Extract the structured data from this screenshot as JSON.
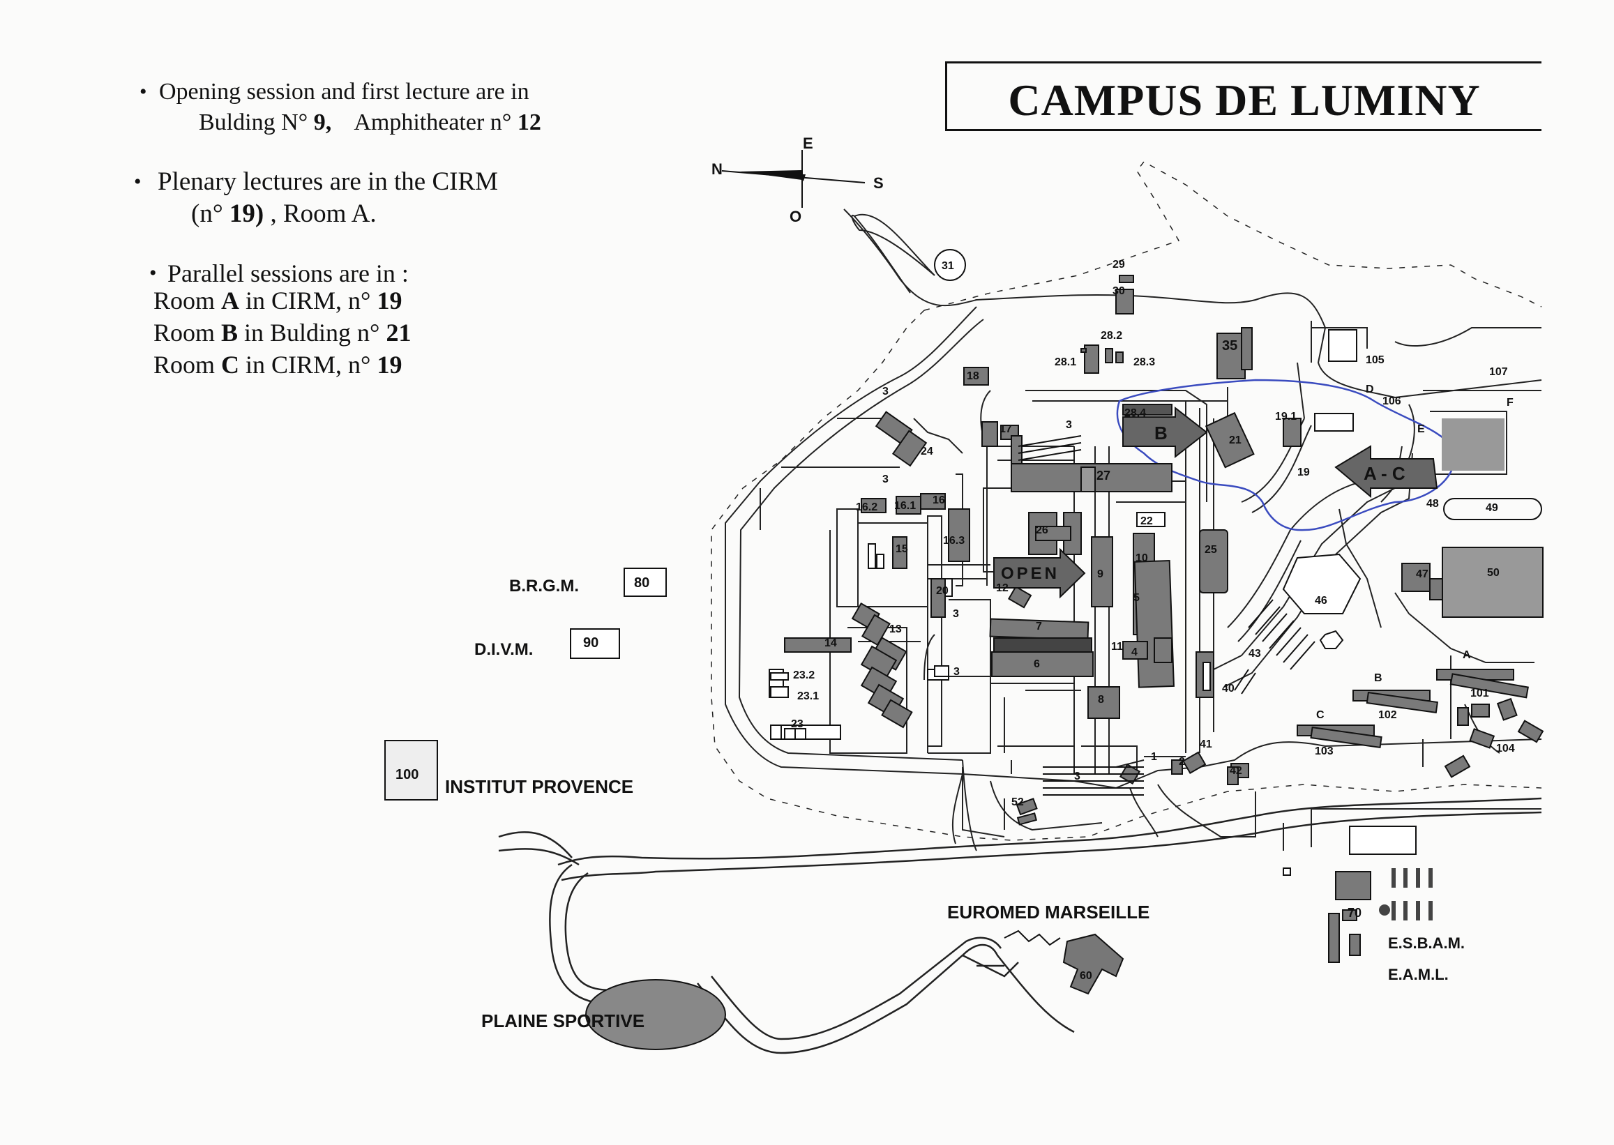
{
  "title": "CAMPUS DE LUMINY",
  "notes": {
    "opening": {
      "line1": "Opening session and first lecture are in",
      "line2a": "Bulding N° ",
      "line2b": "9,",
      "line2c": "    Amphitheater n° ",
      "line2d": "12"
    },
    "plenary": {
      "line1": "Plenary lectures are in  the CIRM",
      "line2a": "(n° ",
      "line2b": "19)",
      "line2c": " , Room A."
    },
    "parallel": {
      "line1": "Parallel sessions are in :"
    },
    "rooms": [
      {
        "pre": "Room ",
        "room": "A",
        "mid": " in CIRM, n° ",
        "num": "19"
      },
      {
        "pre": "Room ",
        "room": "B",
        "mid": " in Bulding n° ",
        "num": "21"
      },
      {
        "pre": "Room ",
        "room": "C",
        "mid": " in CIRM, n° ",
        "num": "19"
      }
    ]
  },
  "compass": {
    "n": "N",
    "s": "S",
    "e": "E",
    "o": "O"
  },
  "places": {
    "brgm": "B.R.G.M.",
    "brgm_num": "80",
    "divm": "D.I.V.M.",
    "divm_num": "90",
    "institut": "INSTITUT PROVENCE",
    "institut_num": "100",
    "euromed": "EUROMED MARSEILLE",
    "plaine": "PLAINE SPORTIVE",
    "esbam": "E.S.B.A.M.",
    "eaml": "E.A.M.L."
  },
  "arrows": {
    "b": "B",
    "ac": "A - C",
    "open": "OPEN"
  },
  "buildings": [
    {
      "id": "b31",
      "label": "31"
    },
    {
      "id": "b29",
      "label": "29"
    },
    {
      "id": "b30",
      "label": "30"
    },
    {
      "id": "b35",
      "label": "35"
    },
    {
      "id": "b28_2",
      "label": "28.2"
    },
    {
      "id": "b28_1",
      "label": "28.1"
    },
    {
      "id": "b28_3",
      "label": "28.3"
    },
    {
      "id": "b18",
      "label": "18"
    },
    {
      "id": "b3a",
      "label": "3"
    },
    {
      "id": "b28_4",
      "label": "28.4"
    },
    {
      "id": "b17",
      "label": "17"
    },
    {
      "id": "b3b",
      "label": "3"
    },
    {
      "id": "b24",
      "label": "24"
    },
    {
      "id": "b21",
      "label": "21"
    },
    {
      "id": "b19_1",
      "label": "19.1"
    },
    {
      "id": "b19",
      "label": "19"
    },
    {
      "id": "b105",
      "label": "105"
    },
    {
      "id": "b107",
      "label": "107"
    },
    {
      "id": "b106",
      "label": "106"
    },
    {
      "id": "bD",
      "label": "D"
    },
    {
      "id": "bE",
      "label": "E"
    },
    {
      "id": "bF",
      "label": "F"
    },
    {
      "id": "b3c",
      "label": "3"
    },
    {
      "id": "b27",
      "label": "27"
    },
    {
      "id": "b16_2",
      "label": "16.2"
    },
    {
      "id": "b16_1",
      "label": "16.1"
    },
    {
      "id": "b16",
      "label": "16"
    },
    {
      "id": "b48",
      "label": "48"
    },
    {
      "id": "b49",
      "label": "49"
    },
    {
      "id": "b22",
      "label": "22"
    },
    {
      "id": "b26",
      "label": "26"
    },
    {
      "id": "b16_3",
      "label": "16.3"
    },
    {
      "id": "b15",
      "label": "15"
    },
    {
      "id": "b25",
      "label": "25"
    },
    {
      "id": "b10",
      "label": "10"
    },
    {
      "id": "b9",
      "label": "9"
    },
    {
      "id": "b12",
      "label": "12"
    },
    {
      "id": "b20",
      "label": "20"
    },
    {
      "id": "b5",
      "label": "5"
    },
    {
      "id": "b47",
      "label": "47"
    },
    {
      "id": "b50",
      "label": "50"
    },
    {
      "id": "b46",
      "label": "46"
    },
    {
      "id": "b3d",
      "label": "3"
    },
    {
      "id": "b13",
      "label": "13"
    },
    {
      "id": "b14",
      "label": "14"
    },
    {
      "id": "b7",
      "label": "7"
    },
    {
      "id": "b11",
      "label": "11"
    },
    {
      "id": "b4",
      "label": "4"
    },
    {
      "id": "b6",
      "label": "6"
    },
    {
      "id": "b3e",
      "label": "3"
    },
    {
      "id": "b43",
      "label": "43"
    },
    {
      "id": "bA",
      "label": "A"
    },
    {
      "id": "b23_2",
      "label": "23.2"
    },
    {
      "id": "b23_1",
      "label": "23.1"
    },
    {
      "id": "b40",
      "label": "40"
    },
    {
      "id": "bB",
      "label": "B"
    },
    {
      "id": "b101",
      "label": "101"
    },
    {
      "id": "b8",
      "label": "8"
    },
    {
      "id": "b102",
      "label": "102"
    },
    {
      "id": "bC",
      "label": "C"
    },
    {
      "id": "b23",
      "label": "23"
    },
    {
      "id": "b103",
      "label": "103"
    },
    {
      "id": "b104",
      "label": "104"
    },
    {
      "id": "b41",
      "label": "41"
    },
    {
      "id": "b1",
      "label": "1"
    },
    {
      "id": "b2",
      "label": "2"
    },
    {
      "id": "b42",
      "label": "42"
    },
    {
      "id": "b3f",
      "label": "3"
    },
    {
      "id": "b52",
      "label": "52"
    },
    {
      "id": "b70",
      "label": "70"
    },
    {
      "id": "b60",
      "label": "60"
    }
  ]
}
